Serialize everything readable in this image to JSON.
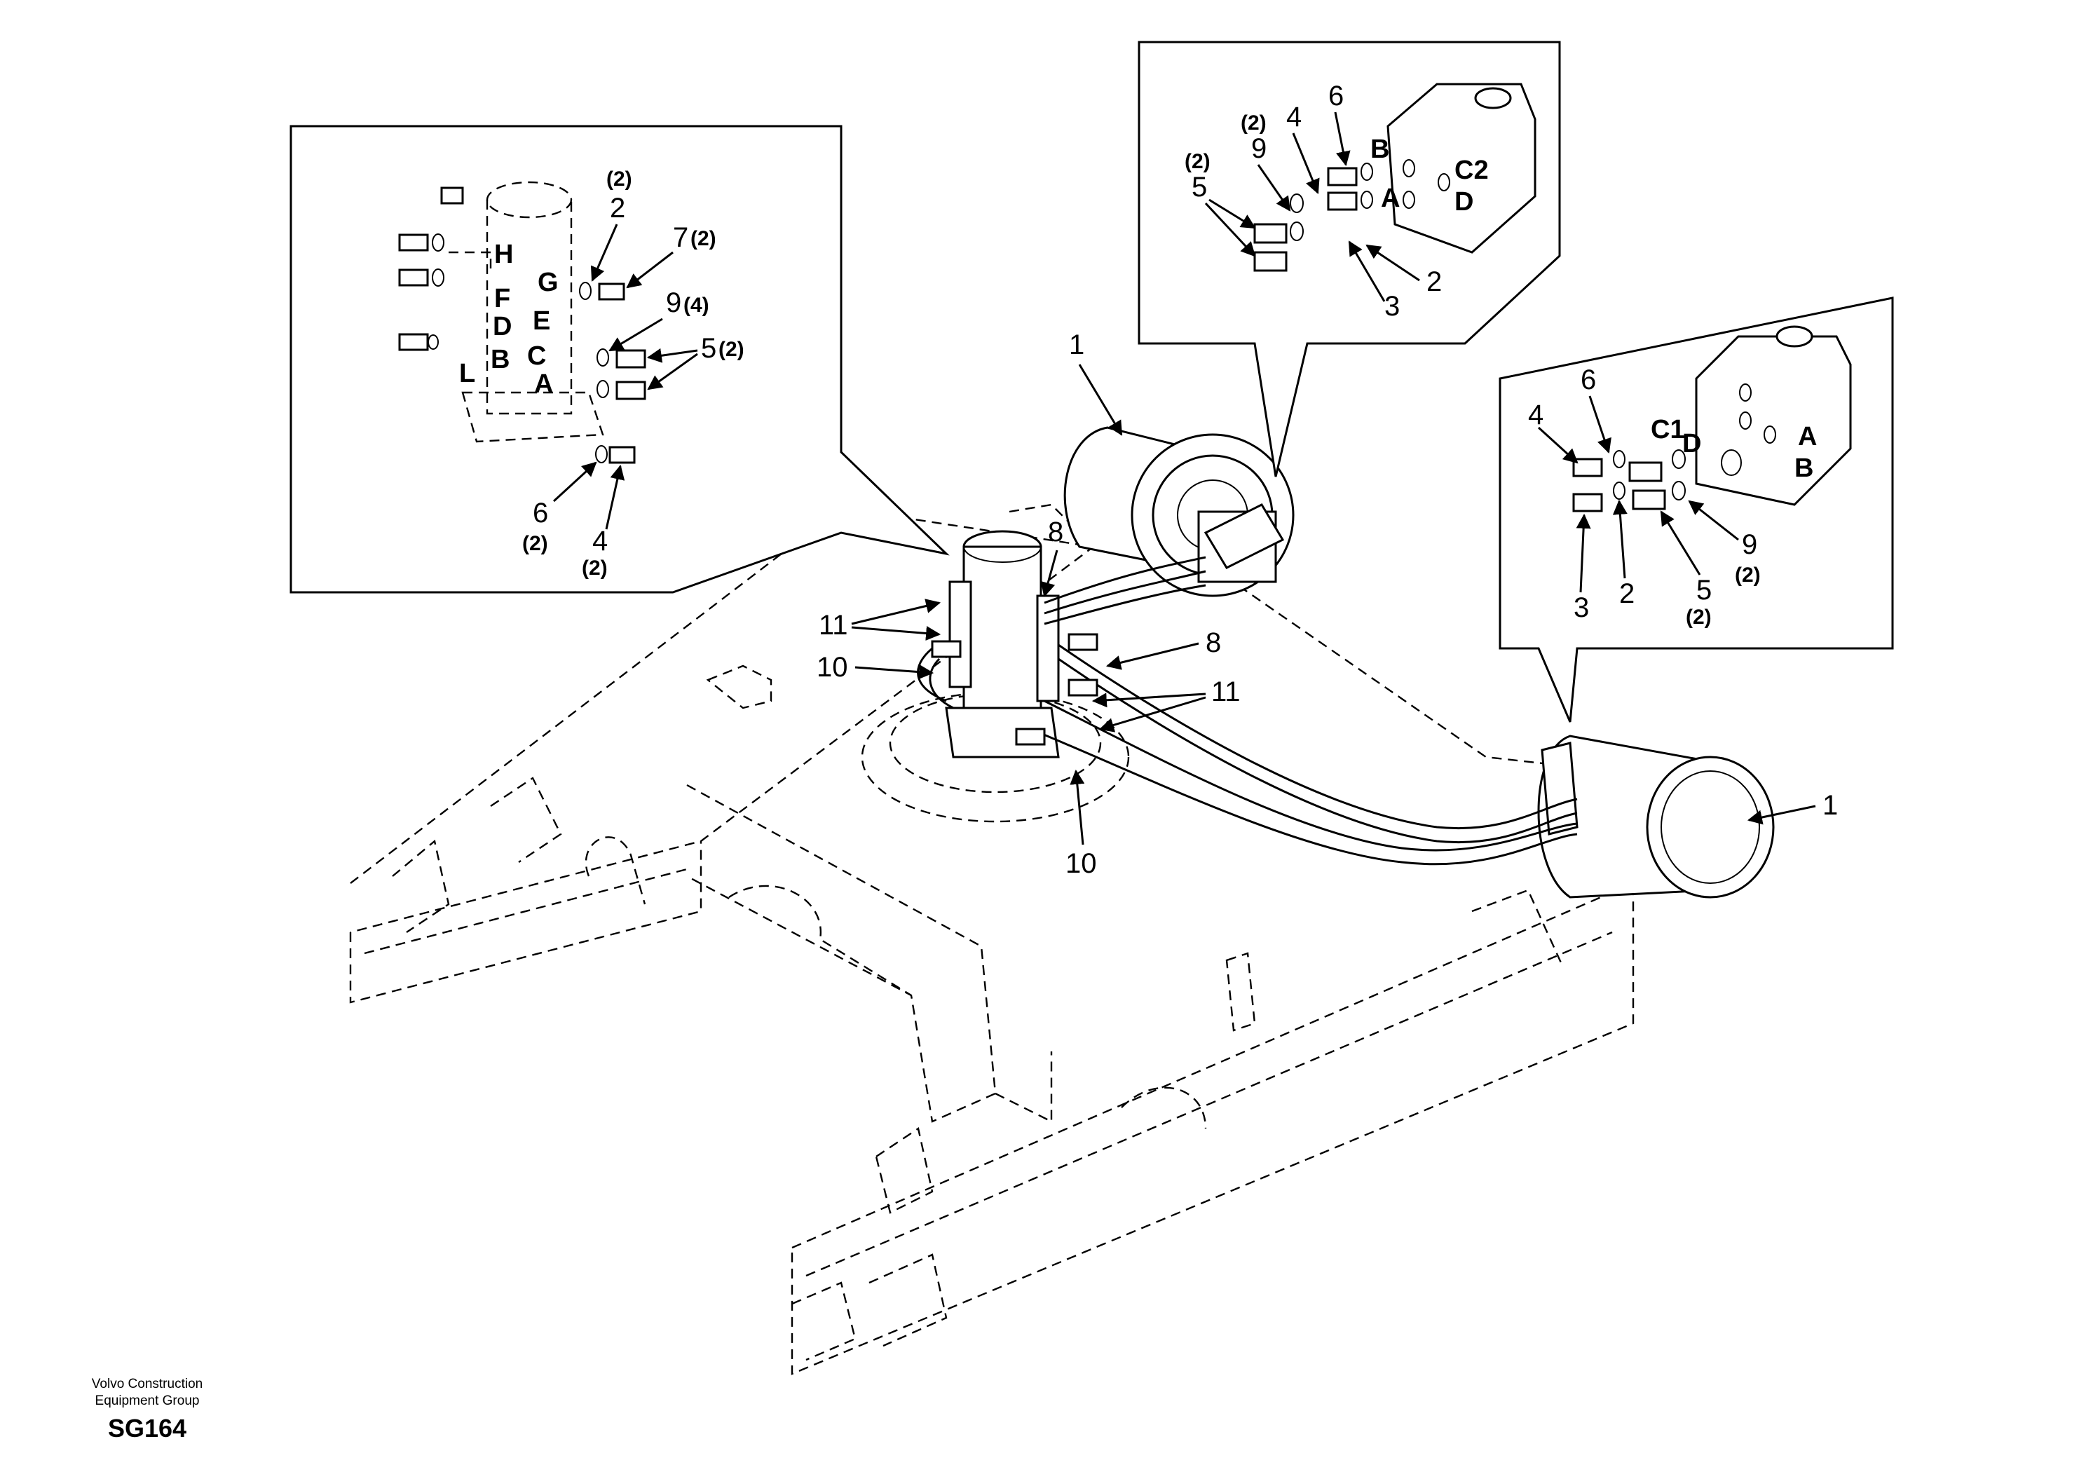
{
  "footer": {
    "company_line1": "Volvo Construction",
    "company_line2": "Equipment Group",
    "drawing_code": "SG164"
  },
  "inset_swivel": {
    "callouts": {
      "c2": "2",
      "c2_qty": "(2)",
      "c7": "7",
      "c7_qty": "(2)",
      "c9": "9",
      "c9_qty": "(4)",
      "c5": "5",
      "c5_qty": "(2)",
      "c6": "6",
      "c6_qty": "(2)",
      "c4": "4",
      "c4_qty": "(2)"
    },
    "ports": {
      "H": "H",
      "G": "G",
      "F": "F",
      "E": "E",
      "D": "D",
      "C": "C",
      "B": "B",
      "A": "A",
      "L": "L"
    }
  },
  "inset_motor_upper": {
    "callouts": {
      "c6": "6",
      "c4": "4",
      "c9": "9",
      "c9_qty": "(2)",
      "c5": "5",
      "c5_qty": "(2)",
      "c2": "2",
      "c3": "3"
    },
    "ports": {
      "B": "B",
      "A": "A",
      "C2": "C2",
      "D": "D"
    }
  },
  "inset_motor_right": {
    "callouts": {
      "c4": "4",
      "c6": "6",
      "c3": "3",
      "c2": "2",
      "c5": "5",
      "c5_qty": "(2)",
      "c9": "9",
      "c9_qty": "(2)"
    },
    "ports": {
      "C1": "C1",
      "D": "D",
      "A": "A",
      "B": "B"
    }
  },
  "main_view": {
    "callouts": {
      "motor_upper": "1",
      "motor_right": "1",
      "hose8_top": "8",
      "hose8_right": "8",
      "hose11_left": "11",
      "hose11_right": "11",
      "hose10_left": "10",
      "hose10_bottom": "10"
    }
  }
}
